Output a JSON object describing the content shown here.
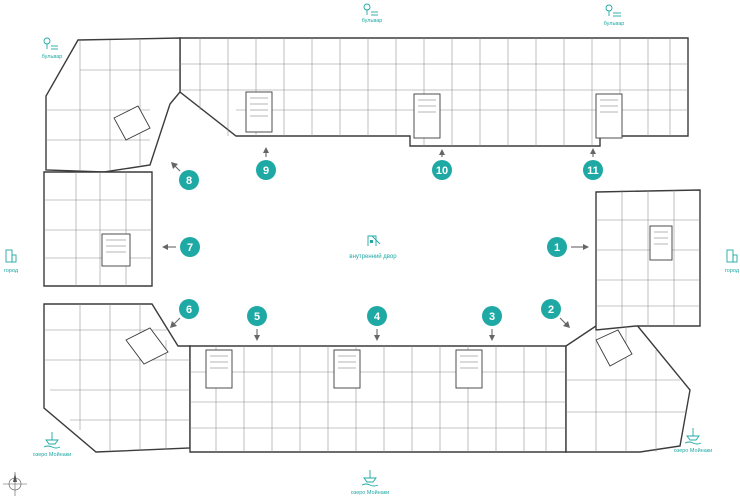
{
  "labels": {
    "top_center": "бульвар",
    "top_right": "бульвар",
    "top_left": "бульвар",
    "left": "город",
    "right": "город",
    "bottom_left": "озеро Мойнаки",
    "bottom_right": "озеро Мойнаки",
    "bottom_center": "озеро Мойнаки",
    "courtyard": "внутренний двор"
  },
  "sections": [
    {
      "number": "1",
      "direction": "right"
    },
    {
      "number": "2",
      "direction": "down-right"
    },
    {
      "number": "3",
      "direction": "down"
    },
    {
      "number": "4",
      "direction": "down"
    },
    {
      "number": "5",
      "direction": "down"
    },
    {
      "number": "6",
      "direction": "down-left"
    },
    {
      "number": "7",
      "direction": "left"
    },
    {
      "number": "8",
      "direction": "up-left"
    },
    {
      "number": "9",
      "direction": "up"
    },
    {
      "number": "10",
      "direction": "up"
    },
    {
      "number": "11",
      "direction": "up"
    }
  ],
  "colors": {
    "accent": "#1fa9a5",
    "wall": "#3c3c3c"
  },
  "icons": {
    "boulevard": "bench-tree-icon",
    "city": "building-icon",
    "lake": "boat-icon",
    "courtyard": "playground-icon",
    "compass": "compass-rose-icon"
  }
}
